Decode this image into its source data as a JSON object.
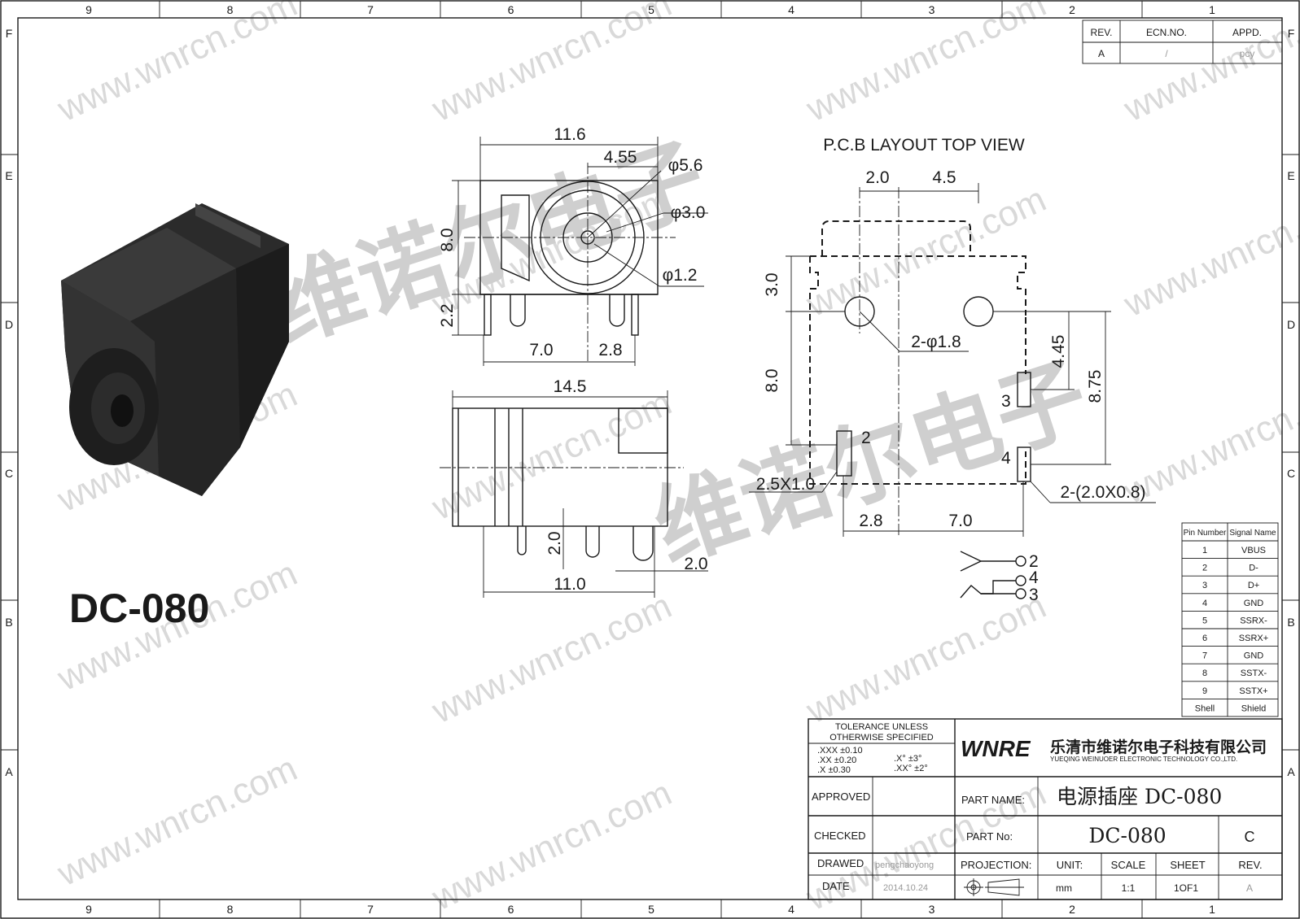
{
  "zone_columns": [
    "9",
    "8",
    "7",
    "6",
    "5",
    "4",
    "3",
    "2",
    "1"
  ],
  "zone_rows": [
    "F",
    "E",
    "D",
    "C",
    "B",
    "A"
  ],
  "revision_block": {
    "headers": [
      "REV.",
      "ECN.NO.",
      "APPD."
    ],
    "values": [
      "A",
      "/",
      "pcy"
    ]
  },
  "watermark_text": "www.wnrcn.com",
  "watermark_cn": "维诺尔电子",
  "model_label": "DC-080",
  "front_view": {
    "overall_width": "11.6",
    "center_offset": "4.55",
    "dia_outer": "φ5.6",
    "dia_mid": "φ3.0",
    "dia_pin": "φ1.2",
    "height": "8.0",
    "pin_height": "2.2",
    "pin_span": "7.0",
    "pin_offset": "2.8"
  },
  "side_view": {
    "length": "14.5",
    "pin_length": "2.0",
    "pin_span": "11.0",
    "pin_width": "2.0"
  },
  "pcb_layout": {
    "title": "P.C.B LAYOUT   TOP  VIEW",
    "dim_a": "2.0",
    "dim_b": "4.5",
    "dim_c": "3.0",
    "dim_d": "8.0",
    "dim_e": "4.45",
    "dim_f": "8.75",
    "holes": "2-φ1.8",
    "slot_a": "2.5X1.0",
    "slot_b": "2-(2.0X0.8)",
    "dim_g": "2.8",
    "dim_h": "7.0",
    "pin_labels": [
      "2",
      "3",
      "4"
    ]
  },
  "schematic_pins": [
    "2",
    "4",
    "3"
  ],
  "signal_table": {
    "headers": [
      "Pin Number",
      "Signal Name"
    ],
    "rows": [
      [
        "1",
        "VBUS"
      ],
      [
        "2",
        "D-"
      ],
      [
        "3",
        "D+"
      ],
      [
        "4",
        "GND"
      ],
      [
        "5",
        "SSRX-"
      ],
      [
        "6",
        "SSRX+"
      ],
      [
        "7",
        "GND"
      ],
      [
        "8",
        "SSTX-"
      ],
      [
        "9",
        "SSTX+"
      ],
      [
        "Shell",
        "Shield"
      ]
    ]
  },
  "title_block": {
    "tolerance_title": [
      "TOLERANCE  UNLESS",
      "OTHERWISE  SPECIFIED"
    ],
    "tolerance_left": [
      ".XXX  ±0.10",
      ".XX    ±0.20",
      ".X      ±0.30"
    ],
    "tolerance_right": [
      ".X°     ±3°",
      ".XX°   ±2°"
    ],
    "logo": "WNRE",
    "company_cn": "乐清市维诺尔电子科技有限公司",
    "company_en": "YUEQING WEINUOER ELECTRONIC TECHNOLOGY CO.,LTD.",
    "approved_label": "APPROVED",
    "checked_label": "CHECKED",
    "drawed_label": "DRAWED",
    "drawed_value": "pengchaoyong",
    "date_label": "DATE",
    "date_value": "2014.10.24",
    "part_name_label": "PART  NAME:",
    "part_name_value": "电源插座 DC-080",
    "part_no_label": "PART  No:",
    "part_no_value": "DC-080",
    "size_value": "C",
    "projection_label": "PROJECTION:",
    "unit_label": "UNIT:",
    "unit_value": "mm",
    "scale_label": "SCALE",
    "scale_value": "1:1",
    "sheet_label": "SHEET",
    "sheet_value": "1OF1",
    "rev_label": "REV.",
    "rev_value": "A"
  }
}
